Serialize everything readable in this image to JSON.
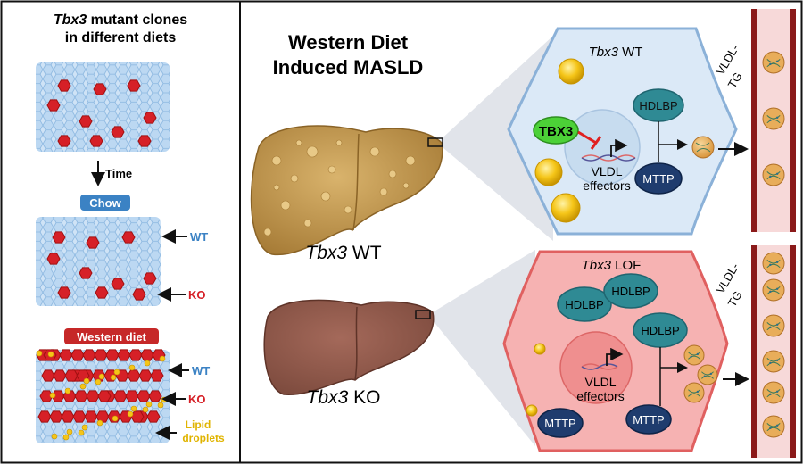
{
  "left_panel": {
    "title_italic": "Tbx3",
    "title_rest": " mutant clones",
    "title_line2": "in different diets",
    "time_label": "Time",
    "chow_label": "Chow",
    "western_label": "Western diet",
    "wt_label": "WT",
    "ko_label": "KO",
    "lipid_line1": "Lipid",
    "lipid_line2": "droplets"
  },
  "main": {
    "title_line1": "Western Diet",
    "title_line2": "Induced MASLD",
    "liver_wt_gene": "Tbx3",
    "liver_wt_suffix": " WT",
    "liver_ko_gene": "Tbx3",
    "liver_ko_suffix": " KO"
  },
  "cell_wt": {
    "gene": "Tbx3",
    "suffix": " WT",
    "tbx3_label": "TBX3",
    "hdlbp_label": "HDLBP",
    "mttp_label": "MTTP",
    "nucleus_line1": "VLDL",
    "nucleus_line2": "effectors"
  },
  "cell_lof": {
    "gene": "Tbx3",
    "suffix": " LOF",
    "hdlbp_labels": [
      "HDLBP",
      "HDLBP",
      "HDLBP"
    ],
    "mttp_labels": [
      "MTTP",
      "MTTP"
    ],
    "nucleus_line1": "VLDL",
    "nucleus_line2": "effectors"
  },
  "vessel": {
    "label_line1": "VLDL-",
    "label_line2": "TG"
  },
  "colors": {
    "hepatocyte_fill": "#cfe3f6",
    "hepatocyte_stroke": "#6a9fd0",
    "clone_red": "#d62027",
    "lipid_yellow": "#f5c518",
    "lof_cell": "#f6b2b2",
    "hdlbp_teal": "#2f8a94",
    "mttp_navy": "#1f3c6e",
    "tbx3_green": "#4cd137",
    "vessel_red": "#8b1a1a",
    "chow_blue": "#3b82c4",
    "western_red": "#c62828"
  }
}
